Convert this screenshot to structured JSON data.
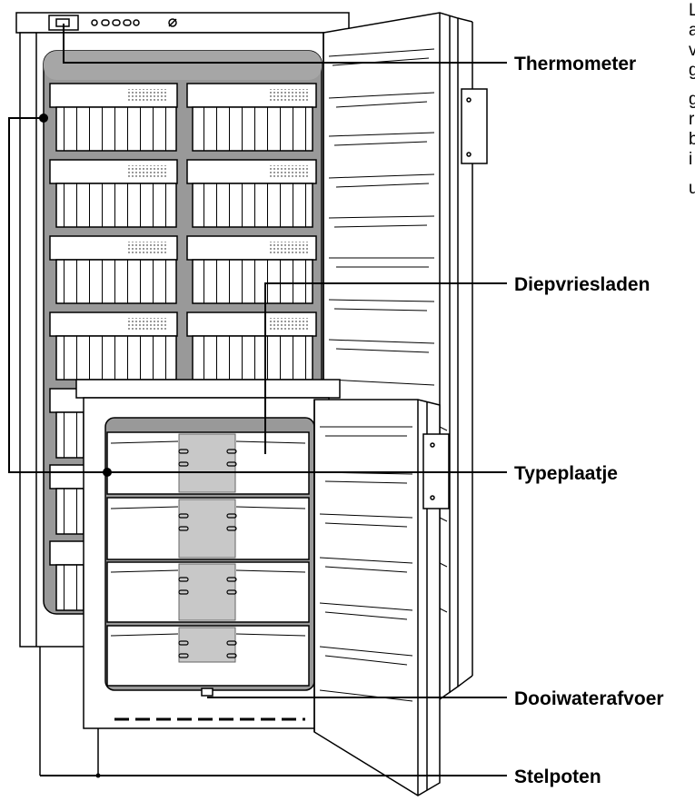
{
  "labels": {
    "thermometer": "Thermometer",
    "freezer_drawers": "Diepvriesladen",
    "rating_plate": "Typeplaatje",
    "defrost_drain": "Dooiwaterafvoer",
    "adjustable_feet": "Stelpoten"
  },
  "cut_off_text": [
    "L",
    "a",
    "v",
    "g",
    "g",
    "r",
    "b",
    "i",
    "u"
  ],
  "colors": {
    "line": "#000000",
    "interior_gray": "#999999",
    "panel_gray": "#c8c8c8",
    "background": "#ffffff"
  }
}
